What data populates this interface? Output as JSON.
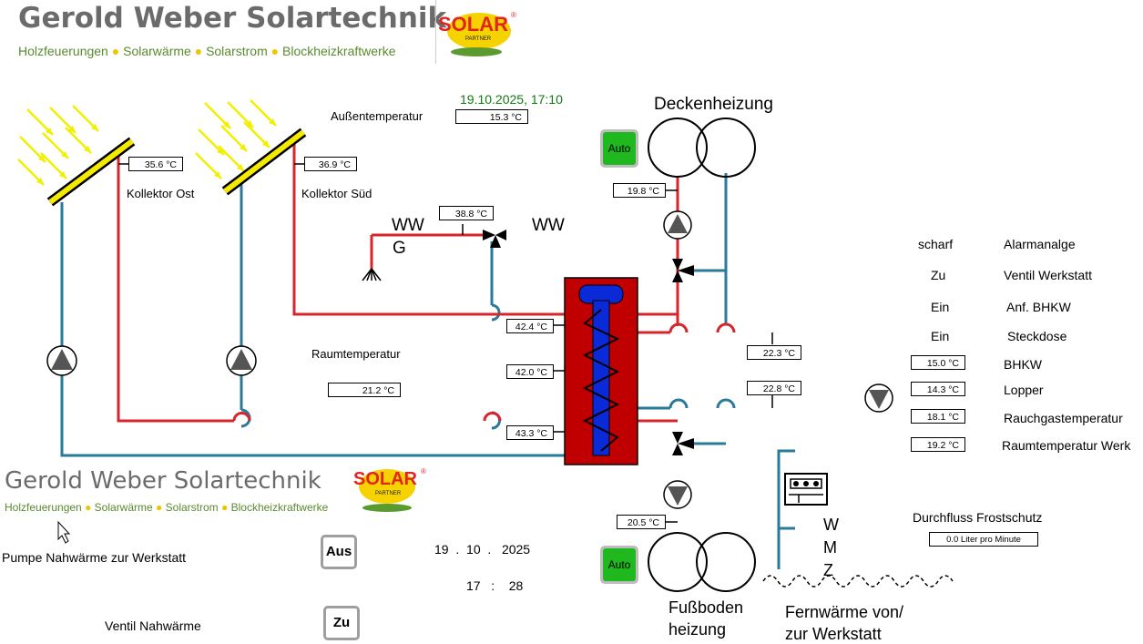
{
  "brand": {
    "name": "Gerold Weber Solartechnik",
    "tagline_parts": [
      "Holzfeuerungen",
      "Solarwärme",
      "Solarstrom",
      "Blockheizkraftwerke"
    ],
    "logo_word": "SOLAR",
    "logo_sub": "PARTNER",
    "logo_reg": "®"
  },
  "datetime": "19.10.2025,  17:10",
  "outdoor": {
    "label": "Außentemperatur",
    "value": "15.3 °C"
  },
  "collectors": [
    {
      "name": "Kollektor Ost",
      "temp": "35.6 °C"
    },
    {
      "name": "Kollektor Süd",
      "temp": "36.9 °C"
    }
  ],
  "ww": {
    "left_label": "WW",
    "left_sub": "G",
    "right_label": "WW",
    "mix_temp": "38.8 °C"
  },
  "room": {
    "label": "Raumtemperatur",
    "value": "21.2 °C"
  },
  "tank_temps": [
    "42.4 °C",
    "42.0 °C",
    "43.3 °C"
  ],
  "ceiling": {
    "title": "Deckenheizung",
    "flow_temp": "19.8 °C",
    "mode": "Auto"
  },
  "floor": {
    "title_line1": "Fußboden",
    "title_line2": "heizung",
    "flow_temp": "20.5 °C",
    "mode": "Auto"
  },
  "district": {
    "temp_a": "22.3 °C",
    "temp_b": "22.8 °C",
    "line1": "Fernwärme von/",
    "line2": "zur Werkstatt",
    "wmz": [
      "W",
      "M",
      "Z"
    ]
  },
  "status": [
    {
      "state": "scharf",
      "label": "Alarmanalge"
    },
    {
      "state": "Zu",
      "label": "Ventil Werkstatt"
    },
    {
      "state": "Ein",
      "label": "Anf. BHKW"
    },
    {
      "state": "Ein",
      "label": "Steckdose"
    }
  ],
  "readings": [
    {
      "value": "15.0 °C",
      "label": "BHKW"
    },
    {
      "value": "14.3 °C",
      "label": "Lopper"
    },
    {
      "value": "18.1 °C",
      "label": "Rauchgastemperatur"
    },
    {
      "value": "19.2 °C",
      "label": "Raumtemperatur Werk"
    }
  ],
  "frost": {
    "label": "Durchfluss Frostschutz",
    "value": "0.0 Liter pro Minute"
  },
  "controls": {
    "pump_label": "Pumpe  Nahwärme zur Werkstatt",
    "pump_button": "Aus",
    "valve_label": "Ventil Nahwärme",
    "valve_button": "Zu",
    "date_day": "19",
    "date_month": "10",
    "date_year": "2025",
    "date_sep": ".",
    "time_hour": "17",
    "time_min": "28",
    "time_sep": ":"
  },
  "colors": {
    "hot": "#d7262b",
    "cold": "#2a7a9a",
    "tank": "#c00000",
    "coil": "#0a2ad8",
    "brand_green": "#5a8a2e"
  }
}
